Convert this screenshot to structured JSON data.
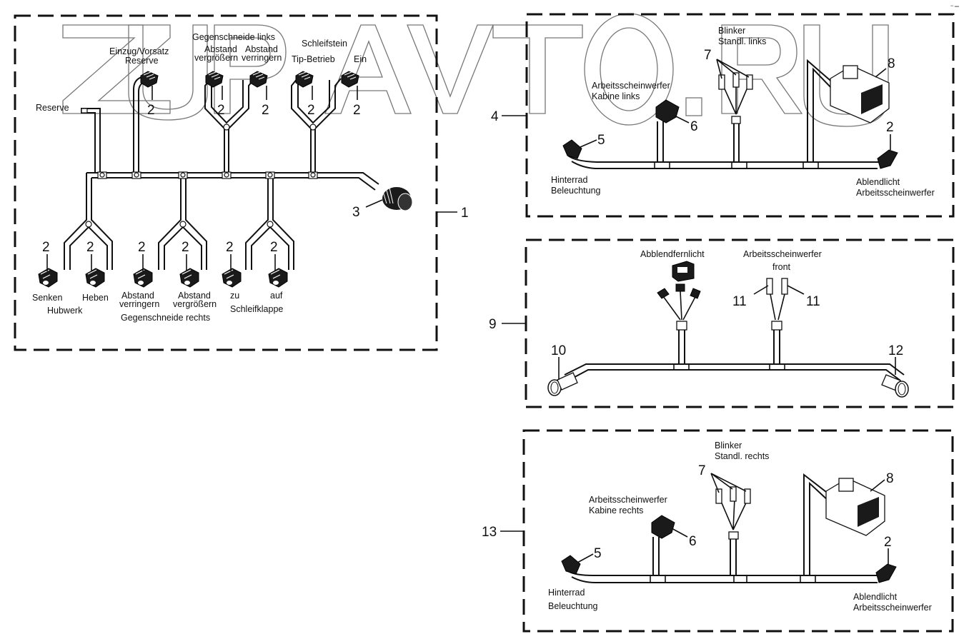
{
  "watermark": "ZUPAVTO.RU",
  "corner_mark": "▪▪ ▬",
  "groups": [
    {
      "id": "harness-1",
      "callout": "1",
      "top_labels": {
        "reserve_left": "Reserve",
        "einzug_line1": "Einzug/Vorsatz",
        "einzug_line2": "Reserve",
        "gegenschneide_links": "Gegenschneide links",
        "abstand_vergr_1": "Abstand",
        "abstand_vergr_2": "vergrößern",
        "abstand_verr_1": "Abstand",
        "abstand_verr_2": "verringern",
        "schleifstein": "Schleifstein",
        "tip_betrieb": "Tip-Betrieb",
        "ein": "Ein"
      },
      "top_callouts": [
        "2",
        "2",
        "2",
        "2",
        "2"
      ],
      "bottom_callouts": [
        "2",
        "2",
        "2",
        "2",
        "2",
        "2"
      ],
      "bottom_labels": {
        "senken": "Senken",
        "heben": "Heben",
        "hubwerk": "Hubwerk",
        "abstand_verr_1": "Abstand",
        "abstand_verr_2": "verringern",
        "abstand_vergr_1": "Abstand",
        "abstand_vergr_2": "vergrößern",
        "gegenschneide_rechts": "Gegenschneide rechts",
        "zu": "zu",
        "auf": "auf",
        "schleifklappe": "Schleifklappe"
      },
      "plug_callout": "3"
    },
    {
      "id": "harness-4",
      "callout": "4",
      "labels": {
        "blinker": "Blinker",
        "standl": "Standl. links",
        "arbeits_1": "Arbeitsscheinwerfer",
        "arbeits_2": "Kabine links",
        "hinterrad_1": "Hinterrad",
        "hinterrad_2": "Beleuchtung",
        "ablend_1": "Ablendlicht",
        "ablend_2": "Arbeitsscheinwerfer"
      },
      "callouts": {
        "c5": "5",
        "c6": "6",
        "c7": "7",
        "c8": "8",
        "c2": "2"
      }
    },
    {
      "id": "harness-9",
      "callout": "9",
      "labels": {
        "abblend": "Abblendfernlicht",
        "arbeits_1": "Arbeitsscheinwerfer",
        "arbeits_2": "front"
      },
      "callouts": {
        "c10": "10",
        "c11a": "11",
        "c11b": "11",
        "c12": "12"
      }
    },
    {
      "id": "harness-13",
      "callout": "13",
      "labels": {
        "blinker": "Blinker",
        "standl": "Standl. rechts",
        "arbeits_1": "Arbeitsscheinwerfer",
        "arbeits_2": "Kabine rechts",
        "hinterrad_1": "Hinterrad",
        "hinterrad_2": "Beleuchtung",
        "ablend_1": "Ablendlicht",
        "ablend_2": "Arbeitsscheinwerfer"
      },
      "callouts": {
        "c5": "5",
        "c6": "6",
        "c7": "7",
        "c8": "8",
        "c2": "2"
      }
    }
  ]
}
